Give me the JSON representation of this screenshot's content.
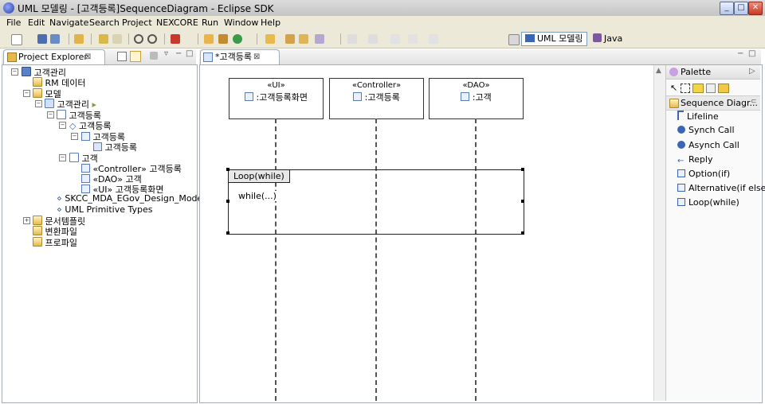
{
  "window": {
    "title": "UML 모델링 - [고객등록]SequenceDiagram - Eclipse SDK"
  },
  "menu": [
    "File",
    "Edit",
    "Navigate",
    "Search",
    "Project",
    "NEXCORE",
    "Run",
    "Window",
    "Help"
  ],
  "perspectives": {
    "uml": "UML 모델링",
    "java": "Java"
  },
  "project_explorer": {
    "tab_label": "Project Explorer",
    "tree": [
      {
        "label": "고객관리"
      },
      {
        "label": "RM 데이터"
      },
      {
        "label": "모델"
      },
      {
        "label": "고객관리"
      },
      {
        "label": "고객등록"
      },
      {
        "label": "고객등록"
      },
      {
        "label": "고객등록"
      },
      {
        "label": "고객등록"
      },
      {
        "label": "고객"
      },
      {
        "label": "«Controller» 고객등록"
      },
      {
        "label": "«DAO» 고객"
      },
      {
        "label": "«UI» 고객등록화면"
      },
      {
        "label": "SKCC_MDA_EGov_Design_Model"
      },
      {
        "label": "UML Primitive Types"
      },
      {
        "label": "문서템플릿"
      },
      {
        "label": "변환파일"
      },
      {
        "label": "프로파일"
      }
    ]
  },
  "editor": {
    "tab_label": "*고객등록",
    "lifelines": [
      {
        "stereotype": "«UI»",
        "name": ":고객등록화면"
      },
      {
        "stereotype": "«Controller»",
        "name": ":고객등록"
      },
      {
        "stereotype": "«DAO»",
        "name": ":고객"
      }
    ],
    "fragment": {
      "operator": "Loop(while)",
      "guard": "while(...)"
    }
  },
  "palette": {
    "title": "Palette",
    "drawer": "Sequence Diagr...",
    "items": [
      "Lifeline",
      "Synch Call",
      "Asynch Call",
      "Reply",
      "Option(if)",
      "Alternative(if else)",
      "Loop(while)"
    ]
  }
}
